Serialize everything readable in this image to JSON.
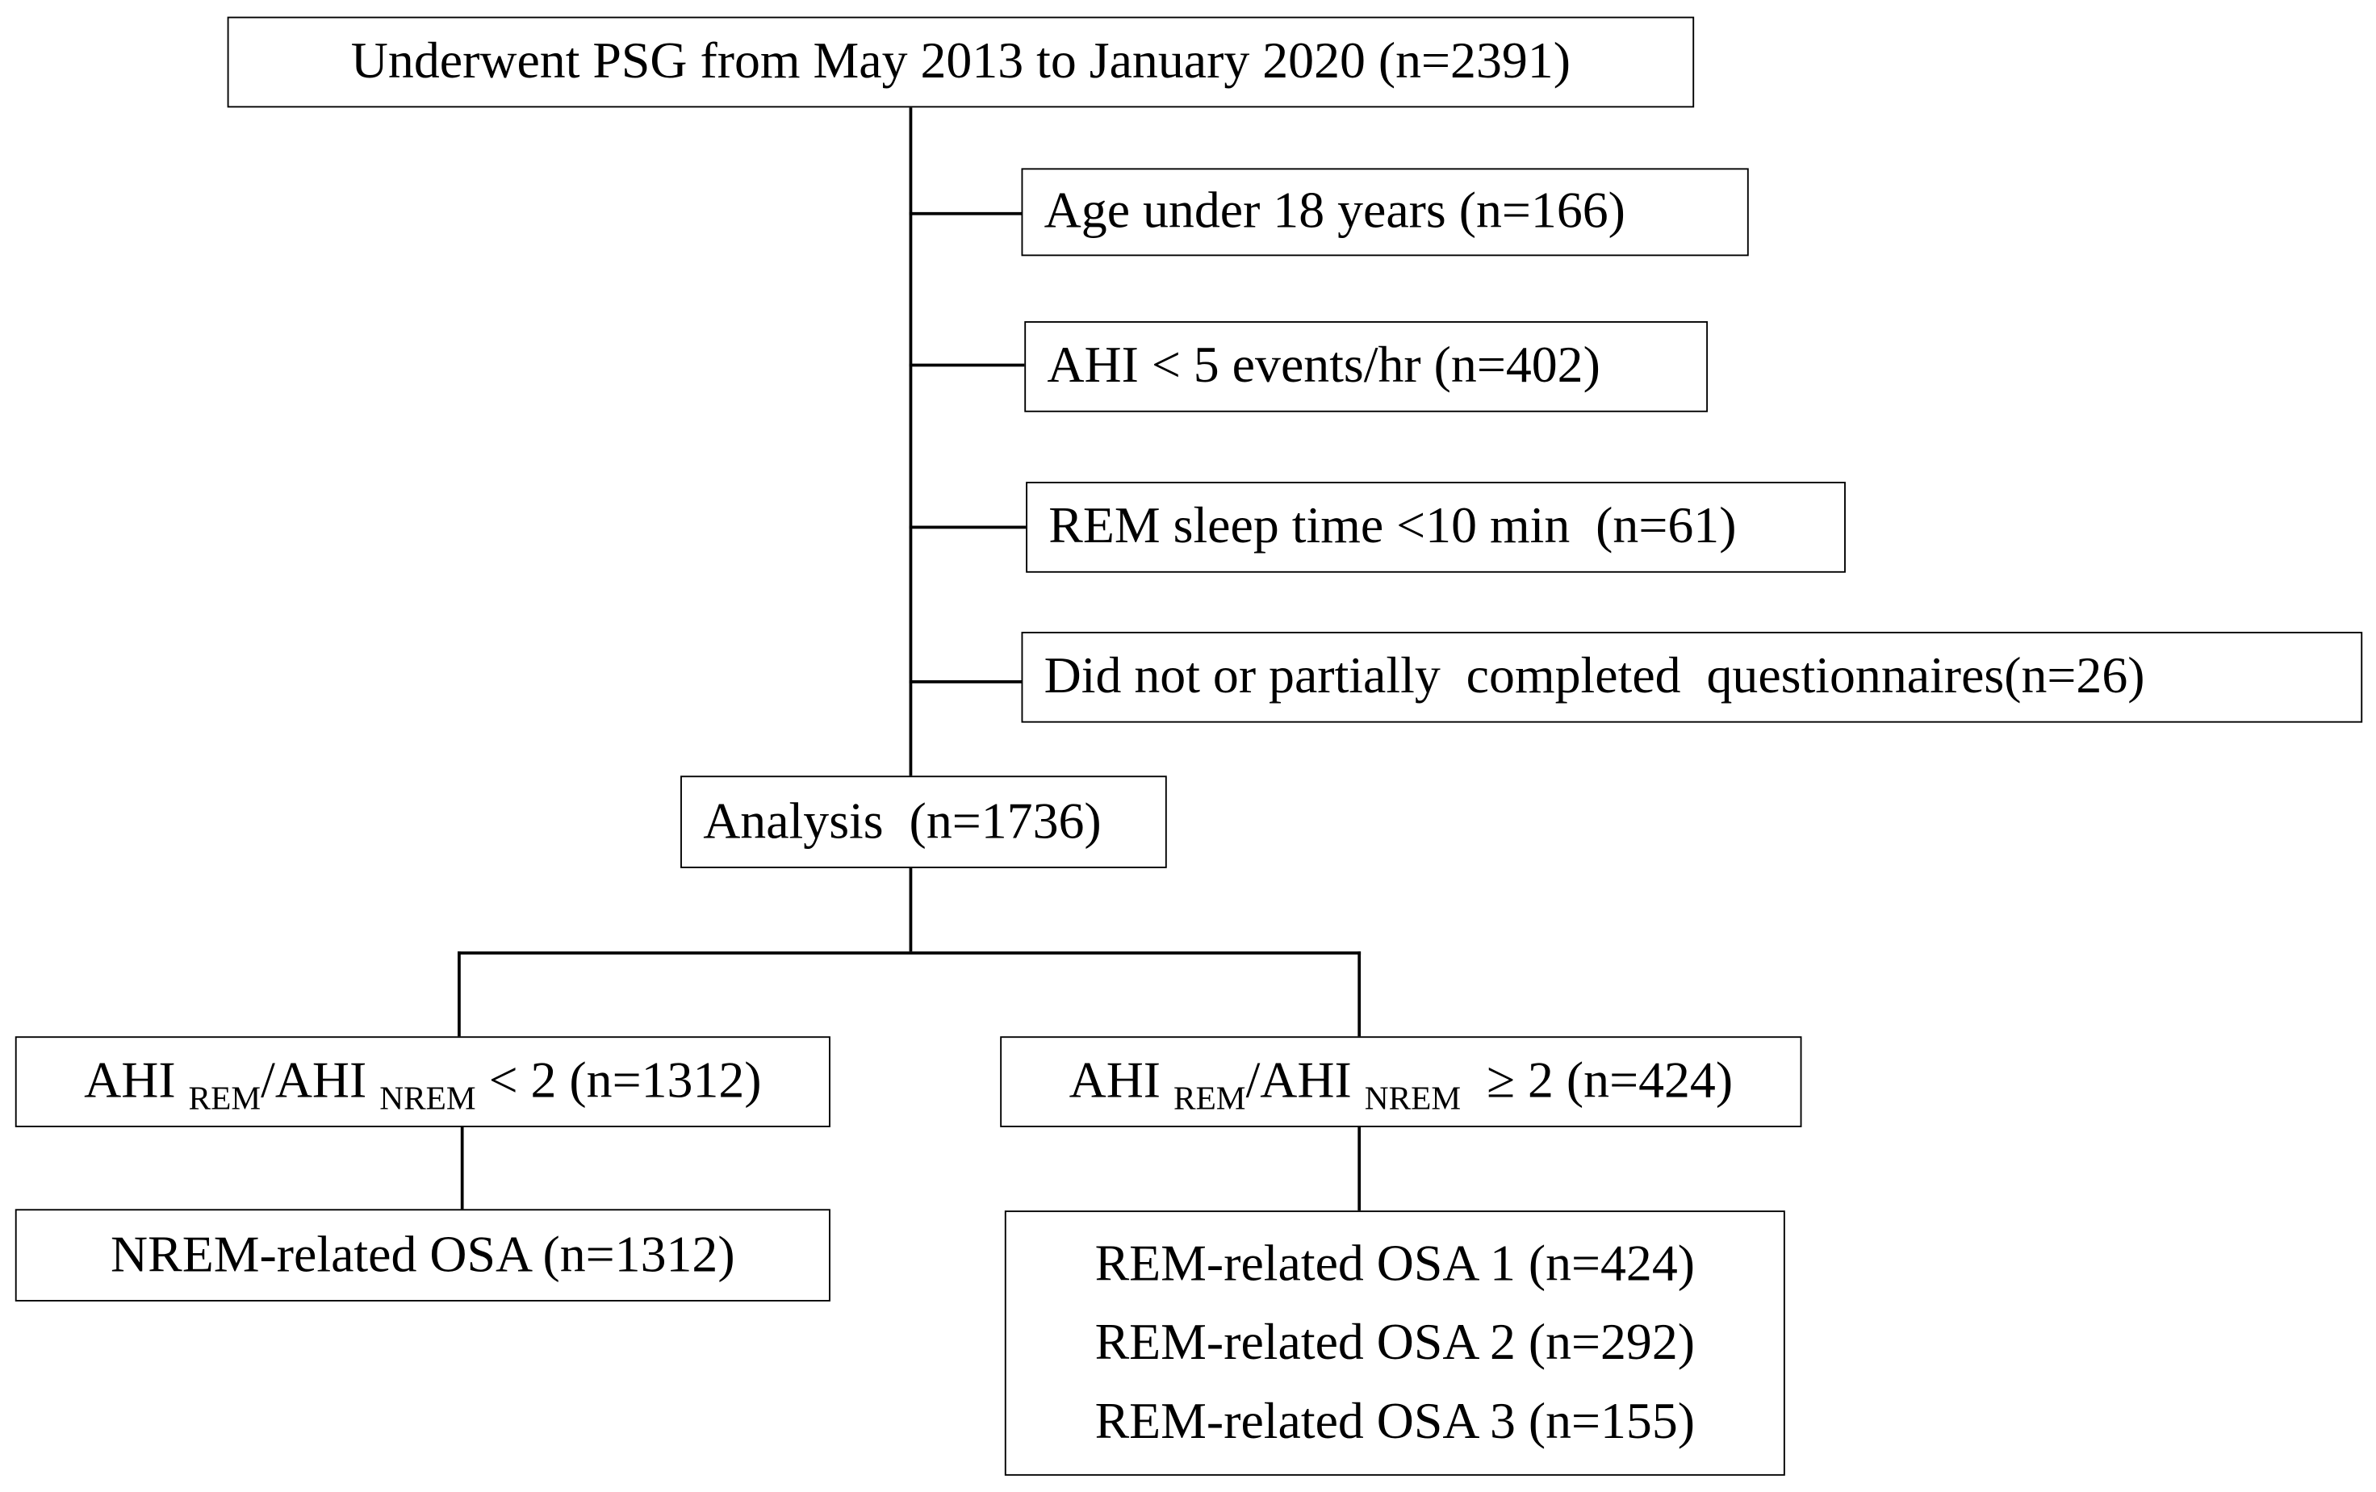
{
  "start": {
    "label": "Underwent PSG from May 2013 to January 2020 (n=2391)"
  },
  "exclusions": [
    {
      "label": "Age under 18 years (n=166)"
    },
    {
      "label": "AHI < 5 events/hr (n=402)"
    },
    {
      "label": "REM sleep time <10 min  (n=61)"
    },
    {
      "label": "Did not or partially  completed  questionnaires(n=26)"
    }
  ],
  "analysis": {
    "label": "Analysis  (n=1736)"
  },
  "groups": {
    "left": {
      "ratio": {
        "prefix": "AHI ",
        "sub1": "REM",
        "mid": "/AHI ",
        "sub2": "NREM",
        "suffix": " < 2 (n=1312)"
      },
      "outcome": "NREM-related OSA (n=1312)"
    },
    "right": {
      "ratio": {
        "prefix": "AHI ",
        "sub1": "REM",
        "mid": "/AHI ",
        "sub2": "NREM",
        "suffix": "  ≥ 2 (n=424)"
      },
      "outcomes": [
        "REM-related OSA 1 (n=424)",
        "REM-related OSA 2 (n=292)",
        "REM-related OSA 3 (n=155)"
      ]
    }
  }
}
